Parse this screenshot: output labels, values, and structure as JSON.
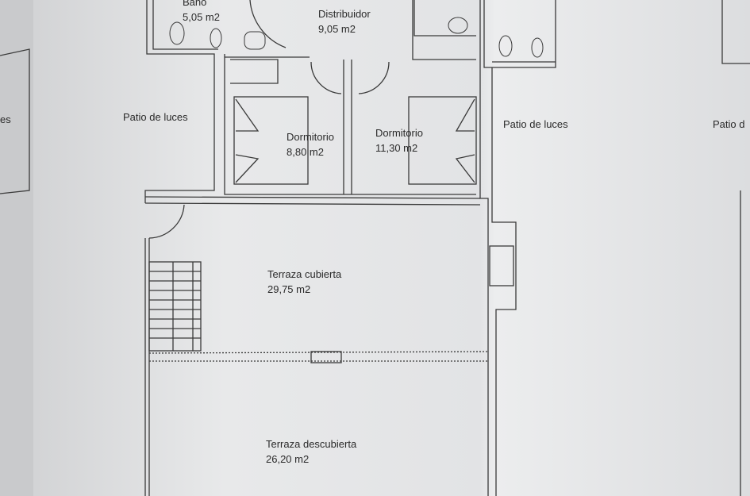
{
  "rooms": {
    "bano": {
      "name": "Baño",
      "area": "5,05 m2"
    },
    "distribuidor": {
      "name": "Distribuidor",
      "area": "9,05 m2"
    },
    "dormitorio1": {
      "name": "Dormitorio",
      "area": "8,80 m2"
    },
    "dormitorio2": {
      "name": "Dormitorio",
      "area": "11,30 m2"
    },
    "patio_left": {
      "name": "Patio de luces"
    },
    "patio_right": {
      "name": "Patio de luces"
    },
    "patio_far_right": {
      "name": "Patio d"
    },
    "left_edge": {
      "name": "es"
    },
    "terraza_cubierta": {
      "name": "Terraza cubierta",
      "area": "29,75 m2"
    },
    "terraza_descubierta": {
      "name": "Terraza descubierta",
      "area": "26,20 m2"
    }
  },
  "colors": {
    "paper": "#e6e7e8",
    "line": "#3a3a3a"
  }
}
